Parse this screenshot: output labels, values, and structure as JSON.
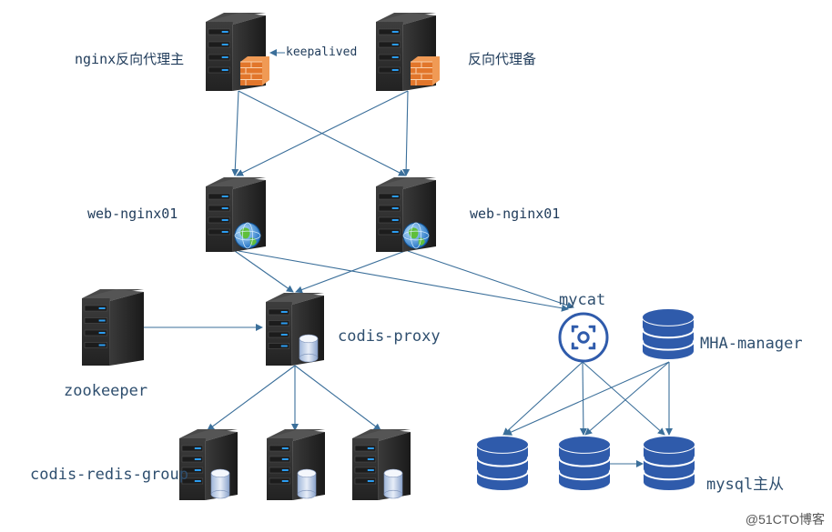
{
  "labels": {
    "nginx_master": "nginx反向代理主",
    "nginx_backup": "反向代理备",
    "keepalived": "keepalived",
    "web1": "web-nginx01",
    "web2": "web-nginx01",
    "zookeeper": "zookeeper",
    "codis_proxy": "codis-proxy",
    "codis_group": "codis-redis-group",
    "mycat": "mycat",
    "mha": "MHA-manager",
    "mysql": "mysql主从"
  },
  "watermark": "@51CTO博客",
  "colors": {
    "line": "#3b6f9a",
    "server_body": "#2b2b2b",
    "server_led": "#2b9cf0",
    "db_blue": "#2f5bab",
    "firewall": "#e2762b",
    "mycat_blue": "#2f5bab",
    "label": "#1f3b5a"
  },
  "icons": {
    "server": "server-icon",
    "firewall": "firewall-icon",
    "globe": "globe-icon",
    "database": "database-icon",
    "cylinder": "cylinder-icon",
    "mycat": "mycat-icon"
  }
}
